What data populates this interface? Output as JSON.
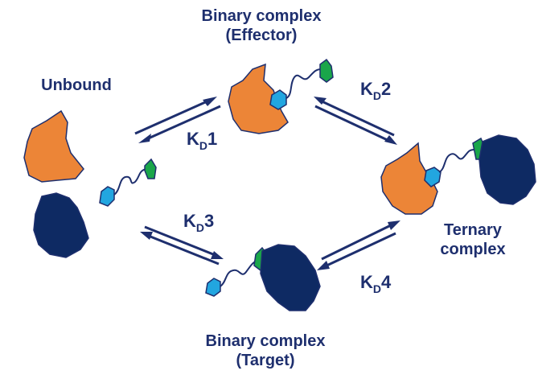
{
  "labels": {
    "unbound": "Unbound",
    "binary_effector_line1": "Binary complex",
    "binary_effector_line2": "(Effector)",
    "binary_target_line1": "Binary complex",
    "binary_target_line2": "(Target)",
    "ternary_line1": "Ternary",
    "ternary_line2": "complex"
  },
  "constants": {
    "kd1": {
      "main": "K",
      "sub": "D",
      "num": "1"
    },
    "kd2": {
      "main": "K",
      "sub": "D",
      "num": "2"
    },
    "kd3": {
      "main": "K",
      "sub": "D",
      "num": "3"
    },
    "kd4": {
      "main": "K",
      "sub": "D",
      "num": "4"
    }
  },
  "colors": {
    "effector": "#ec8537",
    "target": "#0e2a63",
    "ligand_light": "#22a6e0",
    "ligand_dark": "#1aa64a",
    "outline": "#1e2f6e",
    "arrow": "#1e2f6e"
  }
}
